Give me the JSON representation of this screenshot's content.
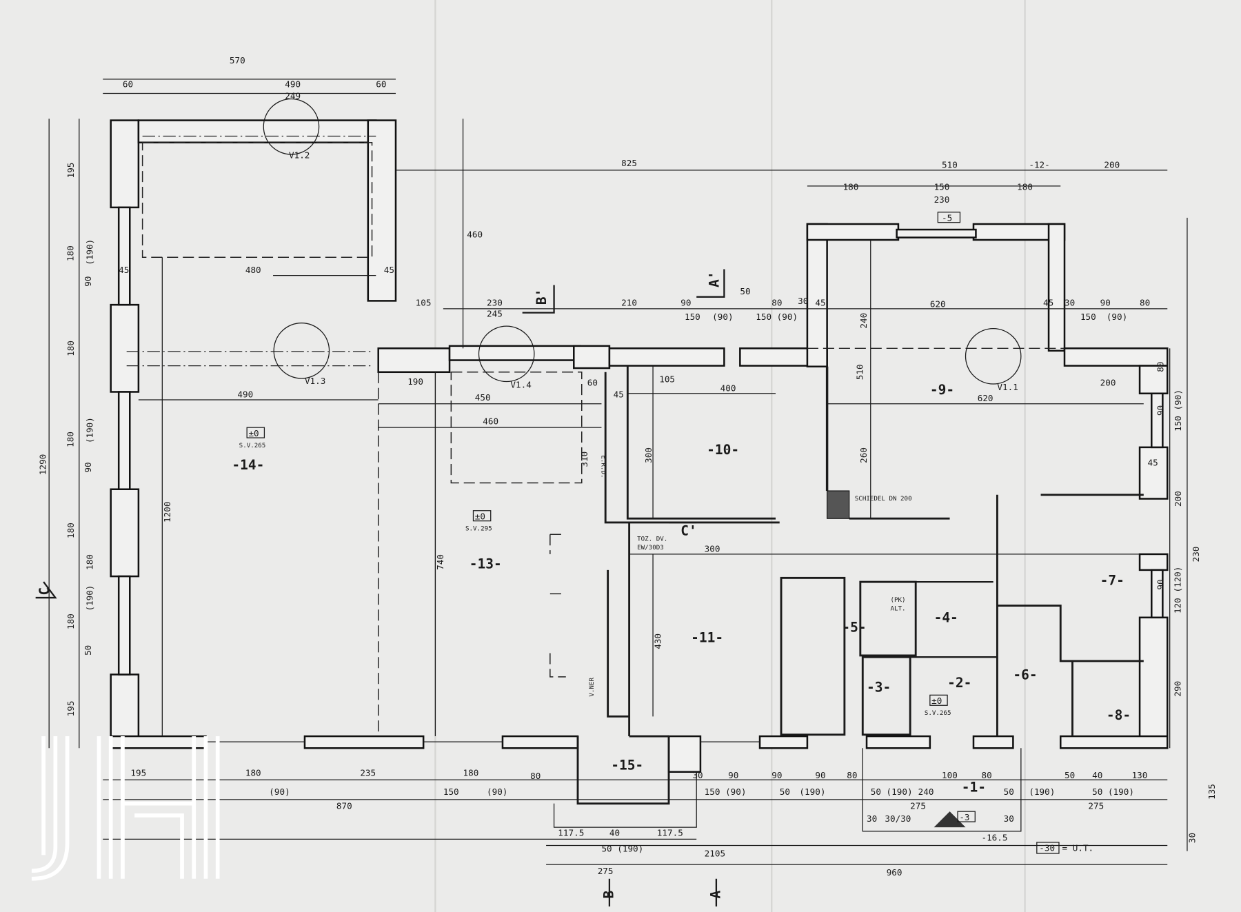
{
  "title": "Floor plan (ground floor)",
  "rooms": {
    "r14": "-14-",
    "r13": "-13-",
    "r10": "-10-",
    "r11": "-11-",
    "r9": "-9-",
    "r5": "-5-",
    "r4": "-4-",
    "r3": "-3-",
    "r2": "-2-",
    "r6": "-6-",
    "r7": "-7-",
    "r8": "-8-",
    "r1": "-1-",
    "r15": "-15-"
  },
  "levels": {
    "l14": "±0",
    "l14sub": "S.V.265",
    "l13": "±0",
    "l13sub": "S.V.295",
    "l2": "±0",
    "l2sub": "S.V.265",
    "top": "-5",
    "entry": "-3",
    "outside": "-16.5",
    "ut_box": "-30",
    "ut_label": "= U.T."
  },
  "annotations": {
    "v12": "V1.2",
    "v13": "V1.3",
    "v14": "V1.4",
    "v11": "V1.1",
    "chimney": "SCHIEDEL DN 200",
    "erd": "E.R.D.",
    "door": "TOZ. DV.",
    "door2": "EW/30D3",
    "vner": "V.NER",
    "pk": "(PK)",
    "alt": "ALT.",
    "sec_b1": "B'",
    "sec_a1": "A'",
    "sec_c1": "C'",
    "sec_b": "B",
    "sec_a": "A",
    "sec_c": "C"
  },
  "dimensions": {
    "top": [
      "570",
      "60",
      "490",
      "249",
      "60",
      "825",
      "510",
      "-12-",
      "200",
      "180",
      "150",
      "230",
      "180"
    ],
    "mid": [
      "460",
      "480",
      "45",
      "45",
      "105",
      "230",
      "245",
      "210",
      "90",
      "50",
      "80",
      "30",
      "150",
      "(90)",
      "150 (90)",
      "45",
      "620",
      "45",
      "30",
      "90",
      "80",
      "150",
      "(90)"
    ],
    "inner": [
      "190",
      "490",
      "450",
      "460",
      "60",
      "45",
      "105",
      "400",
      "510",
      "620",
      "200",
      "300",
      "310",
      "1200",
      "740",
      "430",
      "300",
      "260",
      "240"
    ],
    "left": [
      "195",
      "180",
      "(190)",
      "90",
      "180",
      "180",
      "(190)",
      "180",
      "90",
      "180",
      "(190)",
      "180",
      "50",
      "195",
      "1290"
    ],
    "right": [
      "80",
      "90",
      "150 (90)",
      "45",
      "200",
      "90",
      "120 (120)",
      "230",
      "290",
      "135",
      "30"
    ],
    "bottom": [
      "195",
      "180",
      "(90)",
      "235",
      "180",
      "150",
      "(90)",
      "80",
      "30",
      "90",
      "150 (90)",
      "90",
      "50",
      "(190)",
      "90",
      "80",
      "50 (190)",
      "240",
      "100",
      "80",
      "50",
      "(190)",
      "50",
      "40",
      "130",
      "50 (190)",
      "870",
      "275",
      "275",
      "2105",
      "117.5",
      "40",
      "50 (190)",
      "117.5",
      "275",
      "960",
      "30",
      "30/30",
      "30"
    ]
  },
  "logo": "JH"
}
